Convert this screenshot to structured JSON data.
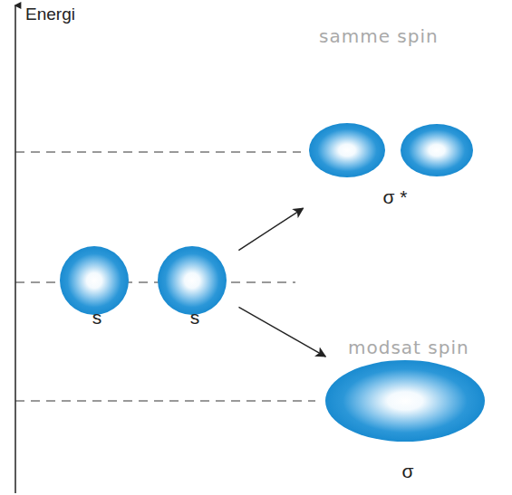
{
  "diagram": {
    "nodes": [
      {
        "text": [
          "s"
        ]
      },
      {
        "text": [
          "s"
        ]
      },
      {
        "text": [
          "σ *"
        ]
      },
      {
        "text": [
          "σ"
        ]
      }
    ],
    "edges": [
      {
        "from": 1,
        "to": 2,
        "arrow": "to"
      },
      {
        "from": 1,
        "to": 3,
        "arrow": "to"
      }
    ],
    "labels": [
      "Energi",
      "samme spin",
      "modsat spin"
    ]
  }
}
